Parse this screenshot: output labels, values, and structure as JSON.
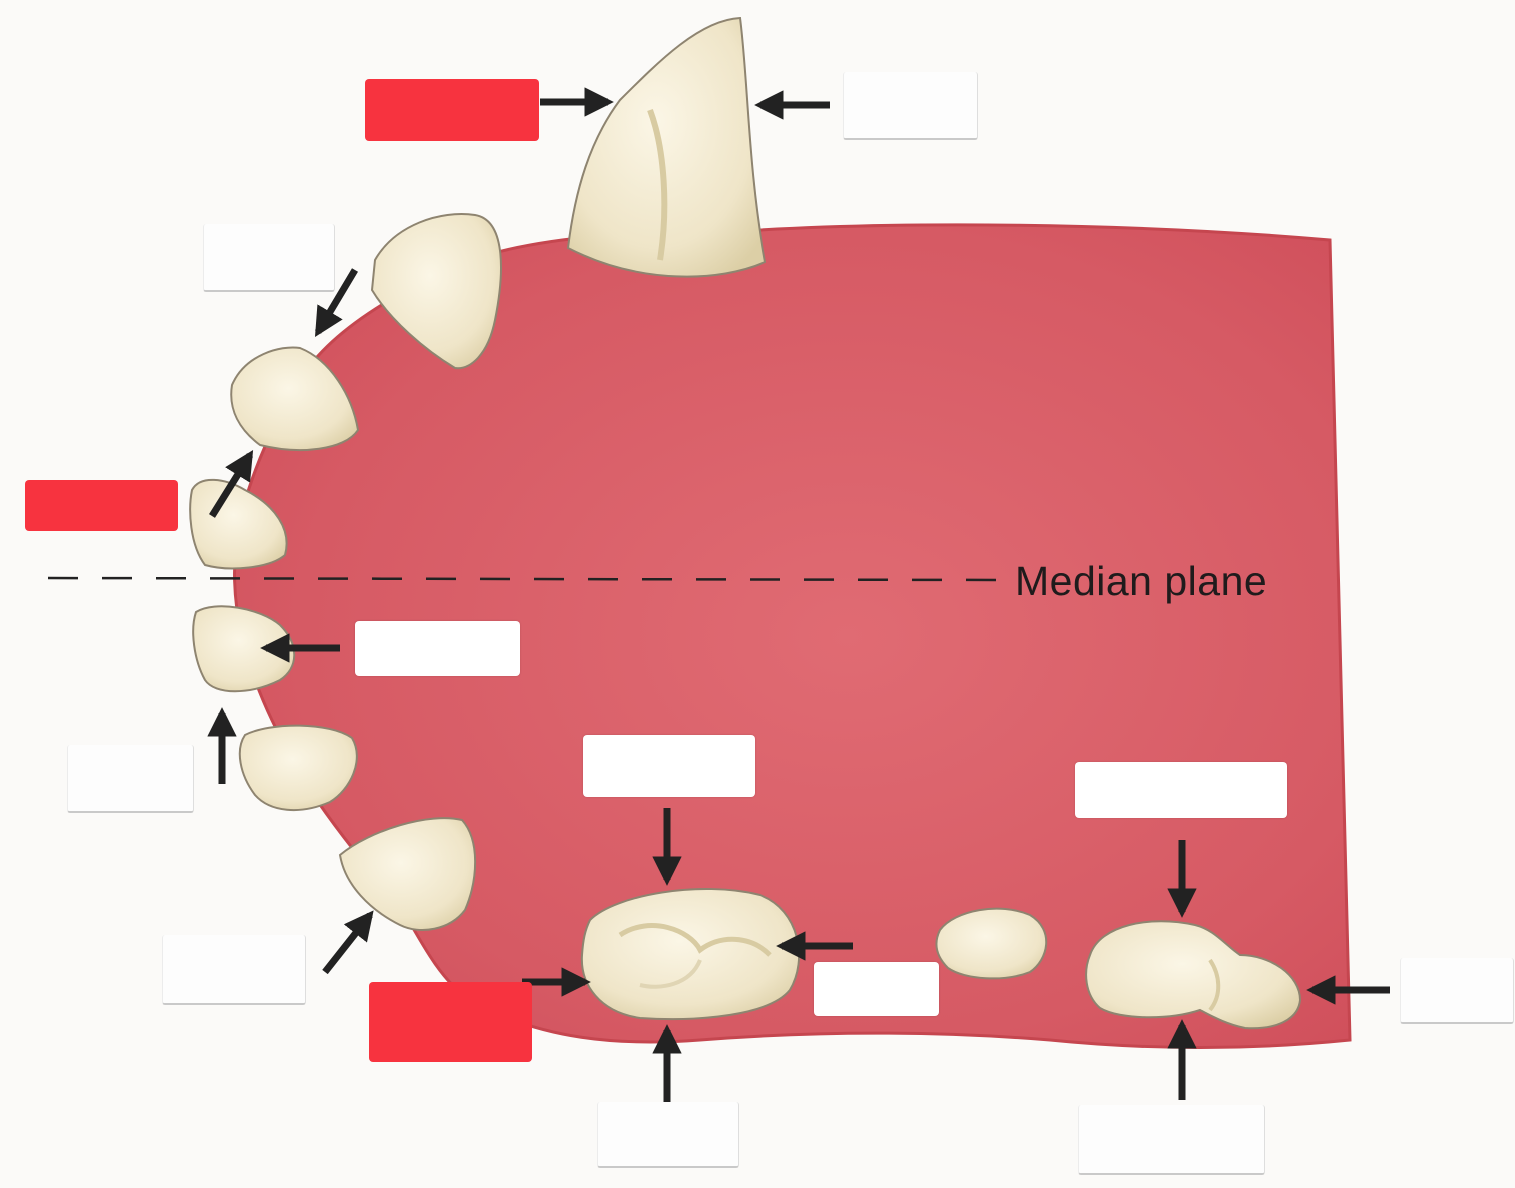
{
  "diagram": {
    "median_plane_label": "Median plane"
  },
  "colors": {
    "palate": "#d8555f",
    "palate_edge": "#c0434f",
    "tooth": "#f2ead3",
    "tooth_shade": "#e2d6b2",
    "arrow": "#222222",
    "label_red": "#f7333f",
    "label_white": "#ffffff"
  },
  "label_boxes": [
    {
      "id": "canine-label",
      "style": "red",
      "text": ""
    },
    {
      "id": "canine-right-label",
      "style": "faint",
      "text": ""
    },
    {
      "id": "upper-incisor-label",
      "style": "faint",
      "text": ""
    },
    {
      "id": "incisor-left-label",
      "style": "red",
      "text": ""
    },
    {
      "id": "lower-incisor-label",
      "style": "white",
      "text": ""
    },
    {
      "id": "lower-left-label",
      "style": "faint",
      "text": ""
    },
    {
      "id": "molar-top-label",
      "style": "white",
      "text": ""
    },
    {
      "id": "premolar-top-label",
      "style": "white",
      "text": ""
    },
    {
      "id": "lower-corner-incisor-label",
      "style": "faint",
      "text": ""
    },
    {
      "id": "molar-left-label",
      "style": "red",
      "text": ""
    },
    {
      "id": "molar-middle-label",
      "style": "white",
      "text": ""
    },
    {
      "id": "premolar-right-label",
      "style": "faint",
      "text": ""
    },
    {
      "id": "molar-bottom-label",
      "style": "faint",
      "text": ""
    },
    {
      "id": "premolar-bottom-label",
      "style": "faint",
      "text": ""
    }
  ]
}
